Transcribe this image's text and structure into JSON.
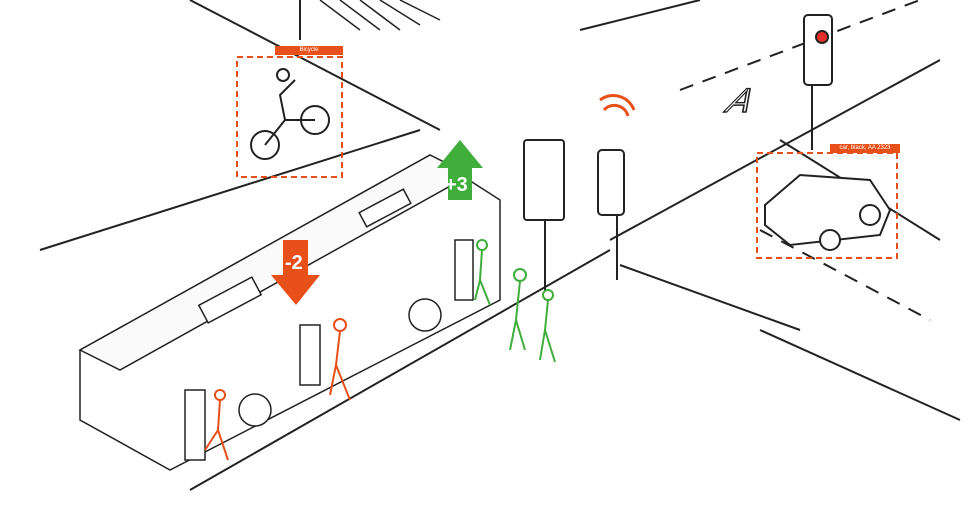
{
  "detections": [
    {
      "label": "Bicycle"
    },
    {
      "label": "car, black, AA 2323"
    }
  ],
  "counters": {
    "boarding": "+3",
    "alighting": "-2"
  },
  "road_marking": "A",
  "colors": {
    "detection": "#e8501a",
    "boarding": "#3fae3a",
    "alighting": "#e8501a",
    "line": "#222222"
  }
}
